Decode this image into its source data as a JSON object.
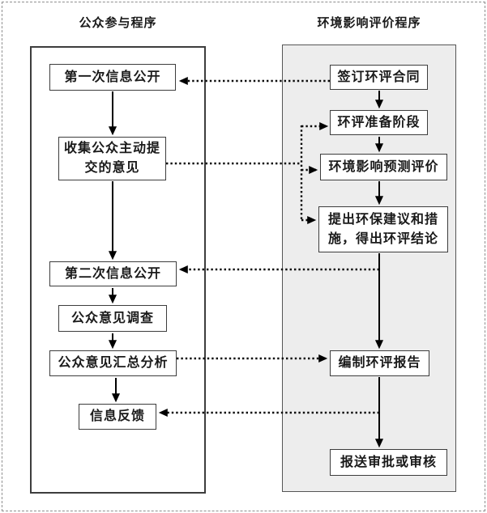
{
  "diagram": {
    "left": {
      "title": "公众参与程序",
      "nodes": [
        {
          "label": "第一次信息公开"
        },
        {
          "label": "收集公众主动提交的意见"
        },
        {
          "label": "第二次信息公开"
        },
        {
          "label": "公众意见调查"
        },
        {
          "label": "公众意见汇总分析"
        },
        {
          "label": "信息反馈"
        }
      ]
    },
    "right": {
      "title": "环境影响评价程序",
      "nodes": [
        {
          "label": "签订环评合同"
        },
        {
          "label": "环评准备阶段"
        },
        {
          "label": "环境影响预测评价"
        },
        {
          "label": "提出环保建议和措施，得出环评结论"
        },
        {
          "label": "编制环评报告"
        },
        {
          "label": "报送审批或审核"
        }
      ]
    },
    "colors": {
      "right_panel_fill": "#ededed",
      "line_color": "#000000",
      "dashed_page_border": "#8f8f8f"
    }
  }
}
